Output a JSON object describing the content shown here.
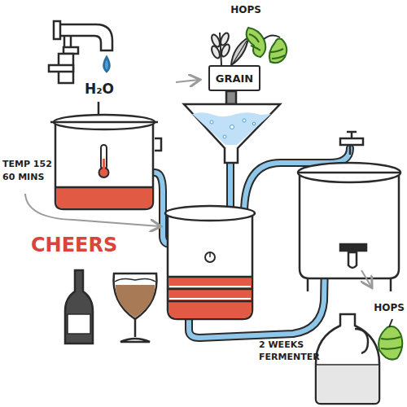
{
  "diagram": {
    "nodes": [
      {
        "text": [
          "GRAIN"
        ]
      }
    ],
    "labels": [
      "HOPS",
      "H₂O",
      "TEMP 152",
      "60 MINS",
      "CHEERS",
      "2 WEEKS",
      "FERMENTER",
      "HOPS"
    ]
  }
}
